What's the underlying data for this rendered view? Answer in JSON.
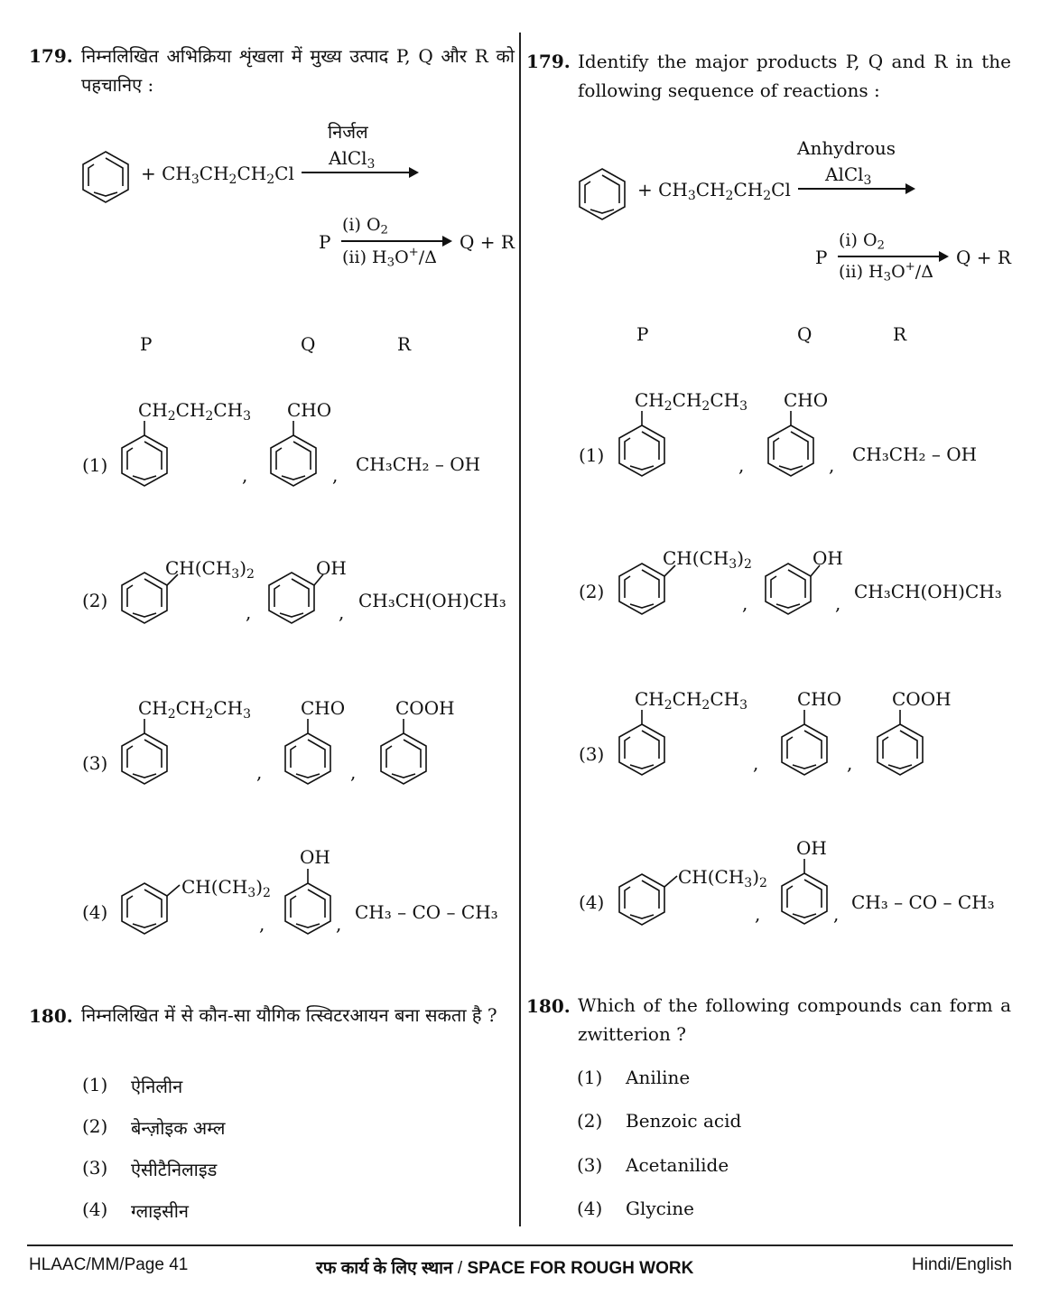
{
  "q179": {
    "number": "179.",
    "hi_text": "निम्नलिखित अभिक्रिया शृंखला में मुख्य उत्पाद P, Q और R को पहचानिए :",
    "en_text": "Identify the major products P, Q and R in the following sequence of reactions :",
    "hi_condition": "निर्जल",
    "en_condition": "Anhydrous",
    "reagent_plus": "+",
    "step2_p": "P",
    "step2_products": "Q + R",
    "header_p": "P",
    "header_q": "Q",
    "header_r": "R",
    "options": [
      {
        "num": "(1)",
        "r": "CH₃CH₂ – OH"
      },
      {
        "num": "(2)",
        "r": "CH₃CH(OH)CH₃"
      },
      {
        "num": "(3)"
      },
      {
        "num": "(4)",
        "r": "CH₃ – CO – CH₃"
      }
    ]
  },
  "q180": {
    "number": "180.",
    "hi_text": "निम्नलिखित में से कौन-सा यौगिक त्स्विटरआयन बना सकता है ?",
    "en_text": "Which of the following compounds can form a zwitterion ?",
    "hi_options": [
      {
        "num": "(1)",
        "label": "ऐनिलीन"
      },
      {
        "num": "(2)",
        "label": "बेन्ज़ोइक अम्ल"
      },
      {
        "num": "(3)",
        "label": "ऐसीटैनिलाइड"
      },
      {
        "num": "(4)",
        "label": "ग्लाइसीन"
      }
    ],
    "en_options": [
      {
        "num": "(1)",
        "label": "Aniline"
      },
      {
        "num": "(2)",
        "label": "Benzoic acid"
      },
      {
        "num": "(3)",
        "label": "Acetanilide"
      },
      {
        "num": "(4)",
        "label": "Glycine"
      }
    ]
  },
  "footer": {
    "left": "HLAAC/MM/Page 41",
    "center_hi": "रफ कार्य के लिए स्थान",
    "center_sep": " / ",
    "center_en": "SPACE FOR ROUGH WORK",
    "right": "Hindi/English"
  }
}
